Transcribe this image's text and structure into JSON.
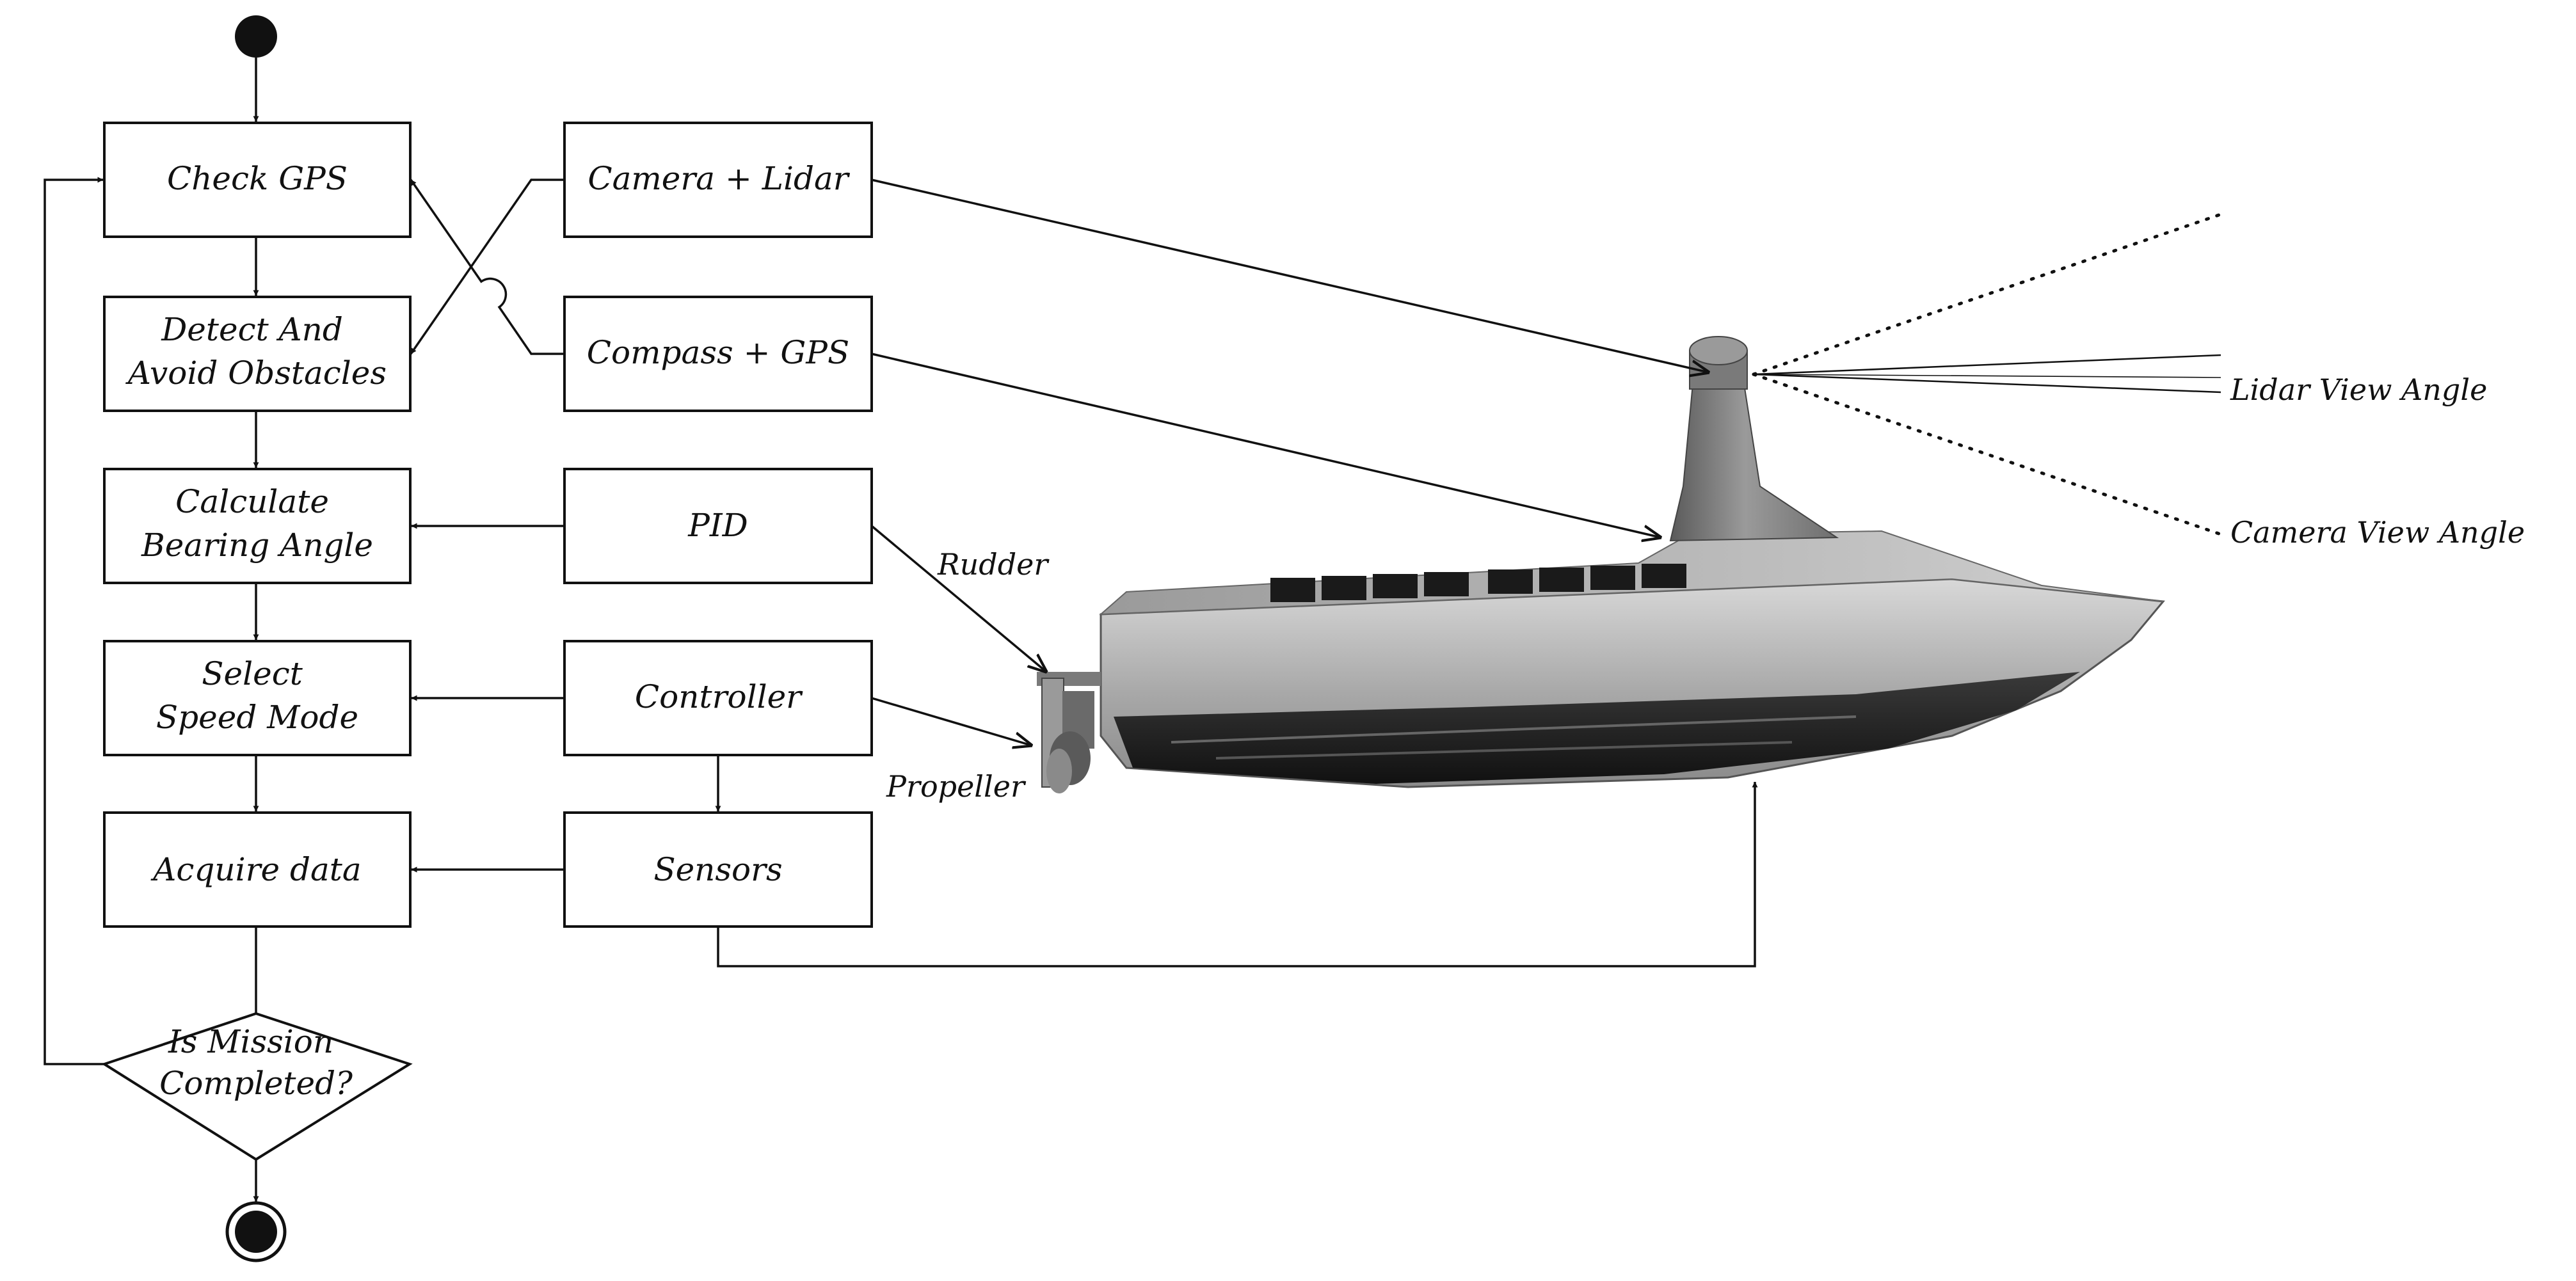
{
  "flowchart": {
    "steps": {
      "check_gps": [
        "Check GPS"
      ],
      "detect_avoid": [
        "Detect And",
        "Avoid Obstacles"
      ],
      "calc_bearing": [
        "Calculate",
        "Bearing Angle"
      ],
      "select_speed": [
        "Select",
        "Speed Mode"
      ],
      "acquire_data": [
        "Acquire data"
      ],
      "decision": [
        "Is Mission",
        "Completed?"
      ]
    }
  },
  "components": {
    "camera_lidar": "Camera + Lidar",
    "compass_gps": "Compass + GPS",
    "pid": "PID",
    "controller": "Controller",
    "sensors": "Sensors"
  },
  "vessel_labels": {
    "rudder": "Rudder",
    "propeller": "Propeller",
    "lidar_view_angle": "Lidar View Angle",
    "camera_view_angle": "Camera View Angle"
  }
}
